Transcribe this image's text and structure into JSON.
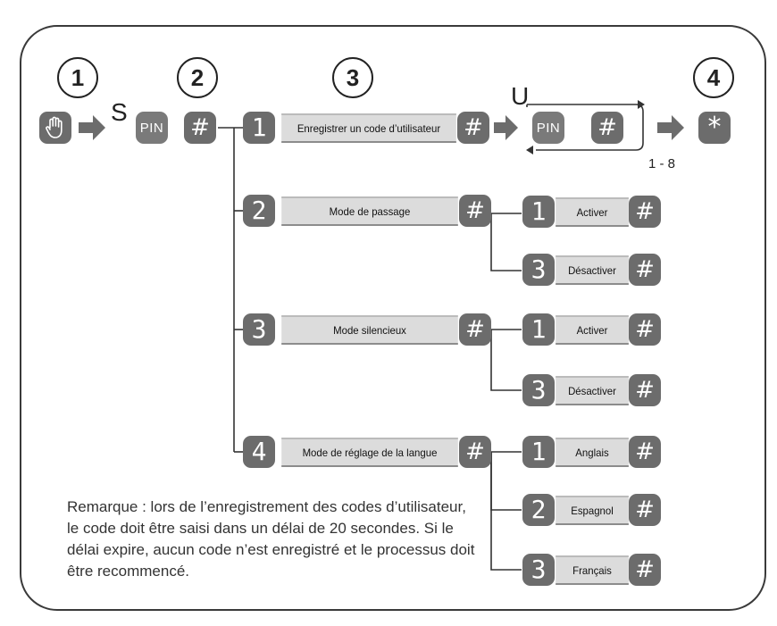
{
  "steps": [
    "1",
    "2",
    "3",
    "4"
  ],
  "labels": {
    "s": "S",
    "u": "U",
    "pin": "PIN",
    "range": "1 - 8"
  },
  "keys": {
    "hash": "#",
    "star": "*",
    "one": "1",
    "two": "2",
    "three": "3",
    "four": "4"
  },
  "icons": {
    "hand": "hand-icon",
    "arrow": "arrow-right-icon",
    "loop": "loop-arrow-icon"
  },
  "menu": [
    {
      "key": "1",
      "label": "Enregistrer un code d’utilisateur"
    },
    {
      "key": "2",
      "label": "Mode de passage",
      "options": [
        {
          "key": "1",
          "label": "Activer"
        },
        {
          "key": "3",
          "label": "Désactiver"
        }
      ]
    },
    {
      "key": "3",
      "label": "Mode silencieux",
      "options": [
        {
          "key": "1",
          "label": "Activer"
        },
        {
          "key": "3",
          "label": "Désactiver"
        }
      ]
    },
    {
      "key": "4",
      "label": "Mode de réglage de la langue",
      "options": [
        {
          "key": "1",
          "label": "Anglais"
        },
        {
          "key": "2",
          "label": "Espagnol"
        },
        {
          "key": "3",
          "label": "Français"
        }
      ]
    }
  ],
  "note": "Remarque : lors de l’enregistrement des codes d’utilisateur, le code doit être saisi dans un délai de 20 secondes. Si le délai expire, aucun code n’est enregistré et le processus doit être recommencé.",
  "colors": {
    "key": "#6c6c6c",
    "bar": "#dcdcdc",
    "frame": "#3a3a3a"
  }
}
